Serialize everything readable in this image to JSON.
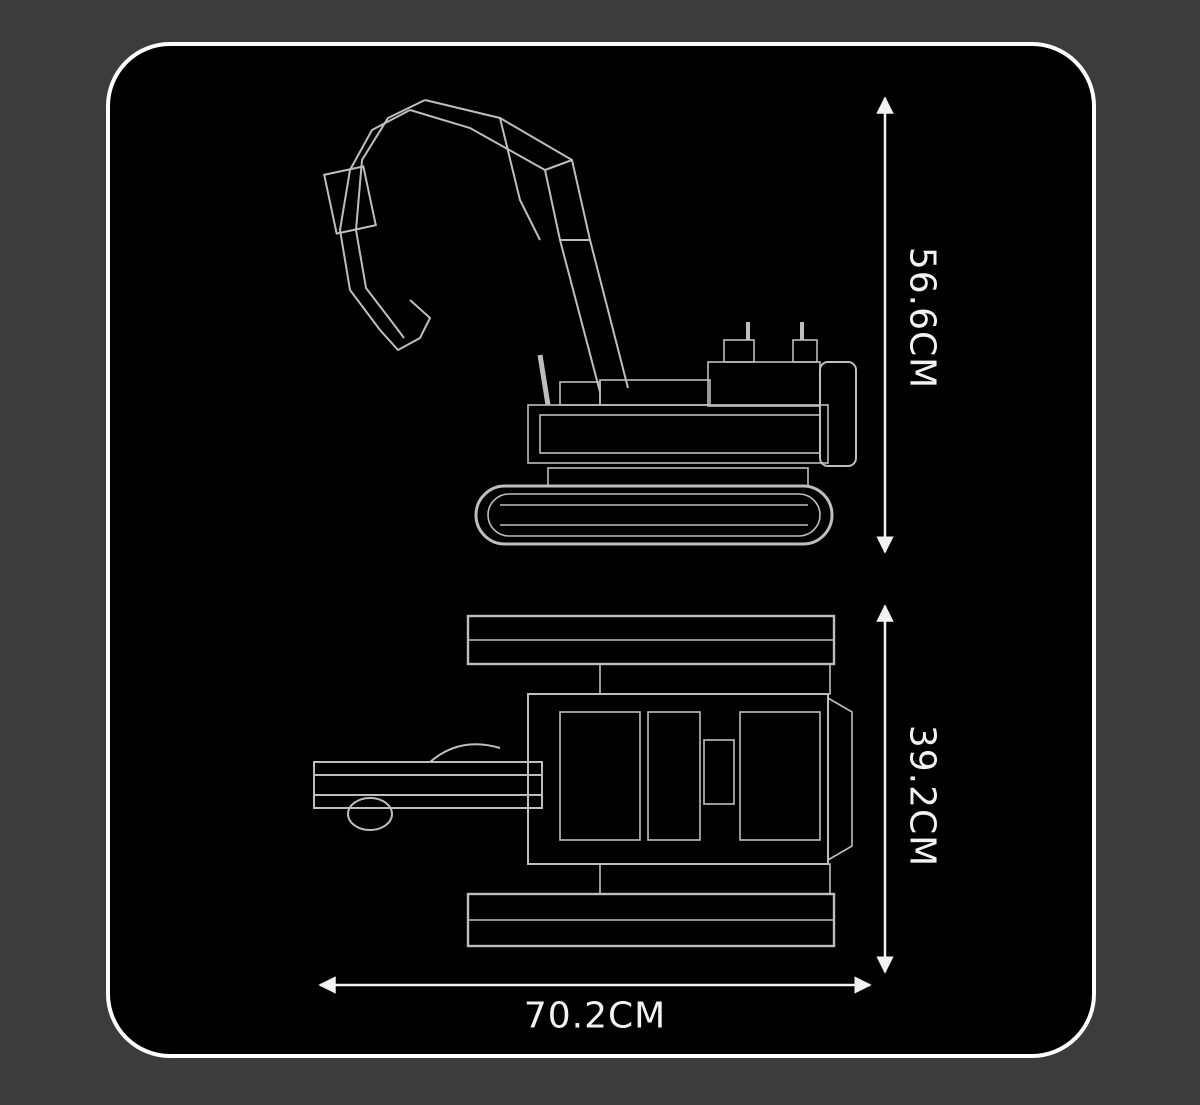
{
  "dimensions": {
    "height": "56.6CM",
    "width": "39.2CM",
    "length": "70.2CM"
  },
  "colors": {
    "background": "#3c3c3c",
    "panel": "#000000",
    "panel_border": "#ffffff",
    "line_art": "#d8d8d8",
    "text": "#f2f2f2"
  },
  "views": {
    "top": "side-view-excavator-line-art",
    "bottom": "top-view-excavator-line-art"
  }
}
